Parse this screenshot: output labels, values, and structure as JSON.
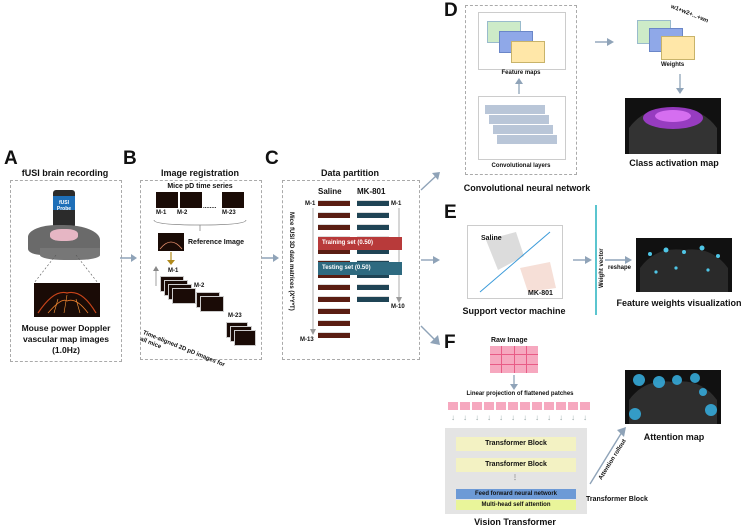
{
  "panels": {
    "A": {
      "letter": "A",
      "title": "fUSI brain recording",
      "probe_label": "fUSI\nProbe",
      "caption": "Mouse power Doppler vascular map images (1.0Hz)"
    },
    "B": {
      "letter": "B",
      "title": "Image registration",
      "time_series_label": "Mice pD time series",
      "frames": [
        "M-1",
        "M-2",
        "M-23"
      ],
      "dots": "........",
      "reference_label": "Reference Image",
      "stack_labels": [
        "M-1",
        "M-2",
        "M-23"
      ],
      "aligned_label": "Time-aligned 2D pD images for all mice"
    },
    "C": {
      "letter": "C",
      "title": "Data partition",
      "col1": "Saline",
      "col2": "MK-801",
      "left_top": "M-1",
      "left_bottom": "M-13",
      "right_top": "M-1",
      "right_bottom": "M-10",
      "vertical_label": "Mice fUSI 3D data matrices (X*Y*T)",
      "training": "Training set (0.50)",
      "testing": "Testing set (0.50)"
    },
    "D": {
      "letter": "D",
      "feature_maps": "Feature maps",
      "conv_layers": "Convolutional layers",
      "cnn_title": "Convolutional neural network",
      "weights_formula": "w1+w2+...+wn",
      "weights_label": "Weights",
      "cam_title": "Class activation map"
    },
    "E": {
      "letter": "E",
      "saline": "Saline",
      "mk801": "MK-801",
      "svm_title": "Support vector machine",
      "weight_vector": "Weight vector",
      "reshape": "reshape",
      "viz_title": "Feature weights visualization"
    },
    "F": {
      "letter": "F",
      "raw_image": "Raw Image",
      "linear_projection": "Linear projection of flattened patches",
      "blocks": [
        "Transformer Block",
        "Transformer Block"
      ],
      "ffn": "Feed forward neural network",
      "mhsa": "Multi-head self attention",
      "block_label": "Transformer Block",
      "vit_title": "Vision Transformer",
      "attention_rollout": "Attention rollout",
      "attention_map": "Attention map"
    }
  },
  "colors": {
    "arrow": "#8fa3b8",
    "training": "#b83a3a",
    "testing": "#2e6a80",
    "block": "#f3f2c3",
    "ffn": "#6d9ad6",
    "mhsa": "#e9f59a",
    "patch": "#f6a8bf"
  }
}
